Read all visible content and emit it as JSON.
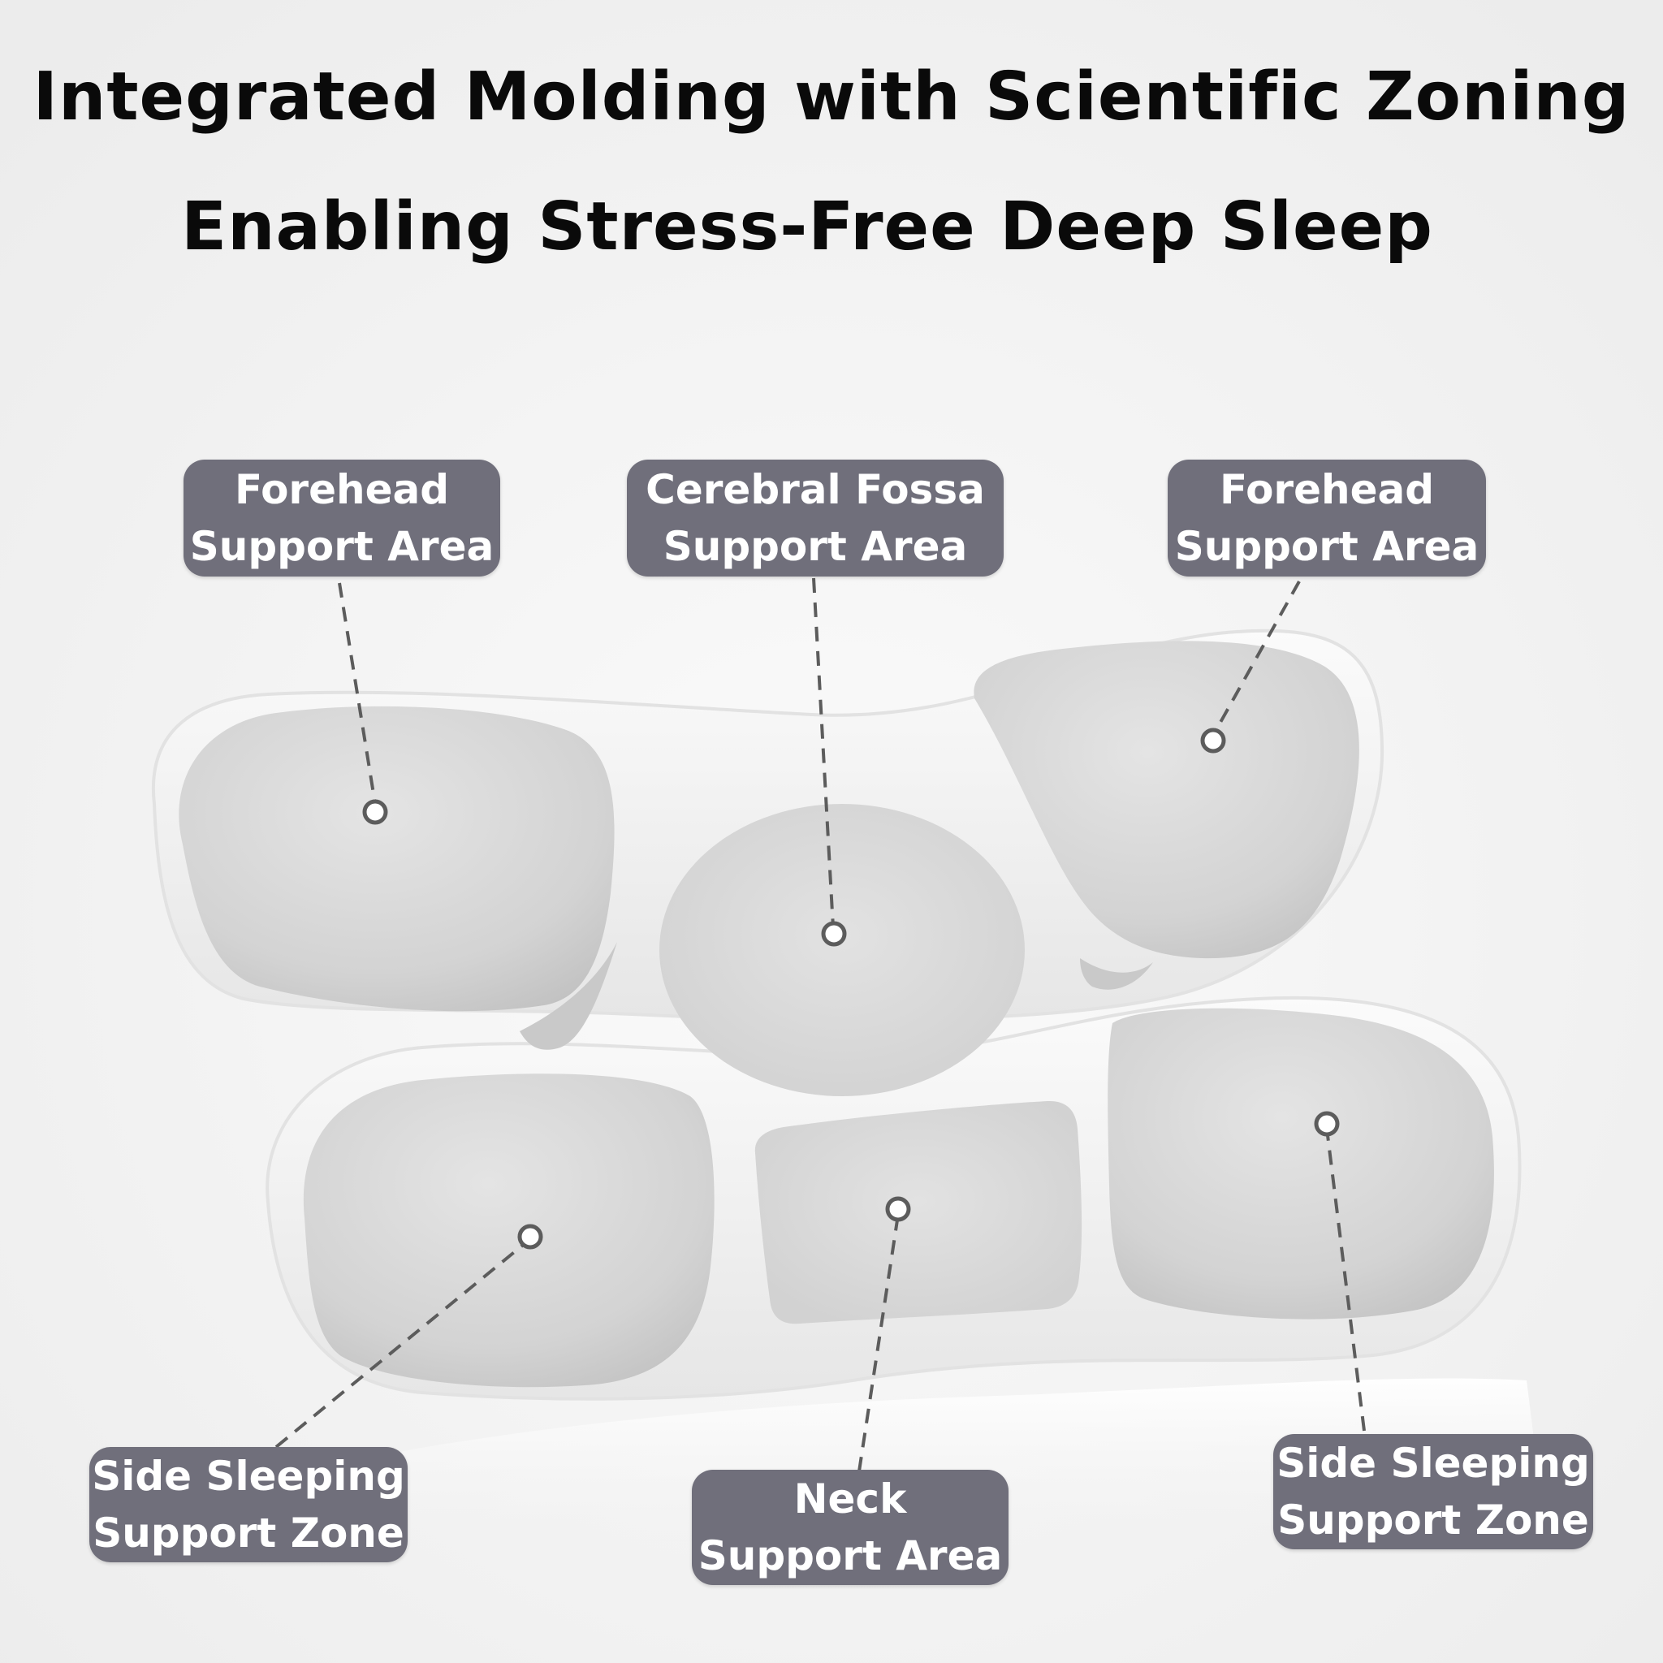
{
  "headline": {
    "line1": "Integrated Molding with Scientific Zoning",
    "line2": "Enabling Stress-Free Deep Sleep"
  },
  "labels": {
    "forehead_left": {
      "line1": "Forehead",
      "line2": "Support Area"
    },
    "cerebral_fossa": {
      "line1": "Cerebral Fossa",
      "line2": "Support Area"
    },
    "forehead_right": {
      "line1": "Forehead",
      "line2": "Support Area"
    },
    "side_left": {
      "line1": "Side Sleeping",
      "line2": "Support Zone"
    },
    "neck": {
      "line1": "Neck",
      "line2": "Support Area"
    },
    "side_right": {
      "line1": "Side Sleeping",
      "line2": "Support Zone"
    }
  },
  "colors": {
    "label_background": "#706f7b",
    "label_text": "#ffffff",
    "headline_text": "#0a0a0a",
    "pillow_base": "#f7f7f7",
    "pad_gray": "#d9d9d9",
    "connector": "#5c5c5c"
  }
}
